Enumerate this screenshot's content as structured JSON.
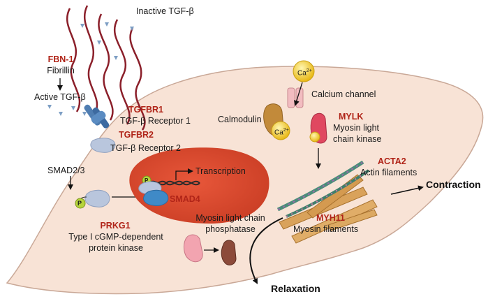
{
  "labels": {
    "inactive_tgfb": "Inactive TGF-β",
    "fbn1_gene": "FBN-1",
    "fibrillin": "Fibrillin",
    "active_tgfb": "Active TGF-β",
    "tgfbr1_gene": "TGFBR1",
    "tgfbr1_name": "TGF-β Receptor 1",
    "tgfbr2_gene": "TGFBR2",
    "tgfbr2_name": "TGF-β Receptor 2",
    "smad23": "SMAD2/3",
    "phospho": "P",
    "transcription": "Transcription",
    "smad4_gene": "SMAD4",
    "calcium_ion": "Ca",
    "calcium_charge": "2+",
    "calcium_channel": "Calcium channel",
    "calmodulin": "Calmodulin",
    "mylk_gene": "MYLK",
    "mylk_name_1": "Myosin light",
    "mylk_name_2": "chain kinase",
    "acta2_gene": "ACTA2",
    "actin": "Actin filaments",
    "contraction": "Contraction",
    "myh11_gene": "MYH11",
    "myosin": "Myosin filaments",
    "mlcp_1": "Myosin light chain",
    "mlcp_2": "phosphatase",
    "prkg1_gene": "PRKG1",
    "prkg1_name_1": "Type I cGMP-dependent",
    "prkg1_name_2": "protein kinase",
    "relaxation": "Relaxation"
  },
  "colors": {
    "cell_fill": "#f8e3d6",
    "cell_stroke": "#c9a897",
    "nucleus": "#d94a2c",
    "gene_red": "#b02418",
    "tgfb_fiber": "#8b1f2a",
    "tgfb_ligand": "#7d9ec4",
    "receptor": "#4f7db1",
    "smad": "#b9c6dd",
    "smad4": "#3f8ac7",
    "phospho": "#b6d43a",
    "calcium": "#f3d32d",
    "calmodulin": "#c28a3a",
    "mylk": "#e04860",
    "myosin": "#d9a25b",
    "actin": "#4a8d7a",
    "prkg1": "#f2a4b0",
    "mlcp": "#8c4a3a"
  },
  "icons": [
    "calcium-ion-icon",
    "calcium-channel-icon",
    "calmodulin-icon",
    "mylk-icon",
    "receptor-icon",
    "smad-icon",
    "smad4-icon",
    "phospho-icon",
    "prkg1-icon",
    "mlcp-icon",
    "actin-icon",
    "myosin-icon",
    "dna-icon"
  ]
}
